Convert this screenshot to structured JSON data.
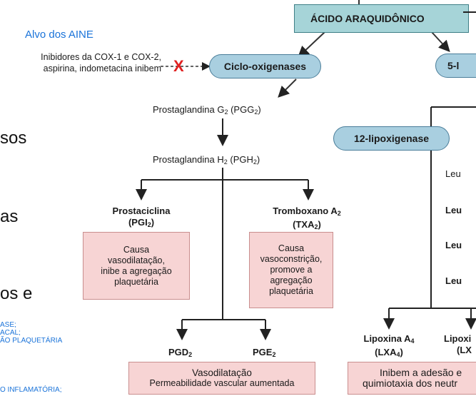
{
  "heading": {
    "target_label": "Alvo dos AINE",
    "inhibitors_line1": "Inibidores da COX-1 e COX-2,",
    "inhibitors_line2": "aspirina, indometacina inibem",
    "inhibit_mark": "X"
  },
  "nodes": {
    "acido": "ÁCIDO ARAQUIDÔNICO",
    "ciclo": "Ciclo-oxigenases",
    "five_lipo": "5-l",
    "pgg2_pre": "Prostaglandina G",
    "pgg2_sub": "2",
    "pgg2_mid": " (PGG",
    "pgg2_sub2": "2",
    "pgg2_end": ")",
    "pgh2_pre": "Prostaglandina H",
    "pgh2_sub": "2",
    "pgh2_mid": " (PGH",
    "pgh2_sub2": "2",
    "pgh2_end": ")",
    "twelve_lipo": "12-lipoxigenase",
    "prostaciclina_l1": "Prostaciclina",
    "prostaciclina_l2_pre": "(PGI",
    "prostaciclina_l2_sub": "2",
    "prostaciclina_l2_end": ")",
    "tromboxano_l1_pre": "Tromboxano A",
    "tromboxano_l1_sub": "2",
    "tromboxano_l2_pre": "(TXA",
    "tromboxano_l2_sub": "2",
    "tromboxano_l2_end": ")",
    "pgd2_pre": "PGD",
    "pgd2_sub": "2",
    "pge2_pre": "PGE",
    "pge2_sub": "2",
    "lipoxina_l1_pre": "Lipoxina A",
    "lipoxina_l1_sub": "4",
    "lipoxina_l2_pre": "(LXA",
    "lipoxina_l2_sub": "4",
    "lipoxina_l2_end": ")",
    "lipoxi2_l1": "Lipoxi",
    "lipoxi2_l2": "(LX",
    "leu1": "Leu",
    "leu2": "Leu",
    "leu3": "Leu",
    "leu4": "Leu"
  },
  "effects": {
    "prostaciclina": [
      "Causa",
      "vasodilatação,",
      "inibe a agregação",
      "plaquetária"
    ],
    "tromboxano": [
      "Causa",
      "vasoconstrição,",
      "promove a",
      "agregação",
      "plaquetária"
    ],
    "pgd_pge_l1": "Vasodilatação",
    "pgd_pge_l2": "Permeabilidade vascular aumentada",
    "lipoxina_l1": "Inibem a adesão e",
    "lipoxina_l2": "quimiotaxia dos neutr"
  },
  "background_slide": {
    "frag1": "sos",
    "frag2": "as",
    "frag3": "os e",
    "blue1": "ASE;",
    "blue2": "ACAL;",
    "blue3": "ÃO PLAQUETÁRIA",
    "blue4": "O INFLAMATÓRIA;"
  },
  "colors": {
    "teal": "#a6d4d8",
    "pill": "#a9cfe0",
    "pink": "#f7d4d4",
    "blue_text": "#1a73d9",
    "red_x": "#e02020"
  }
}
